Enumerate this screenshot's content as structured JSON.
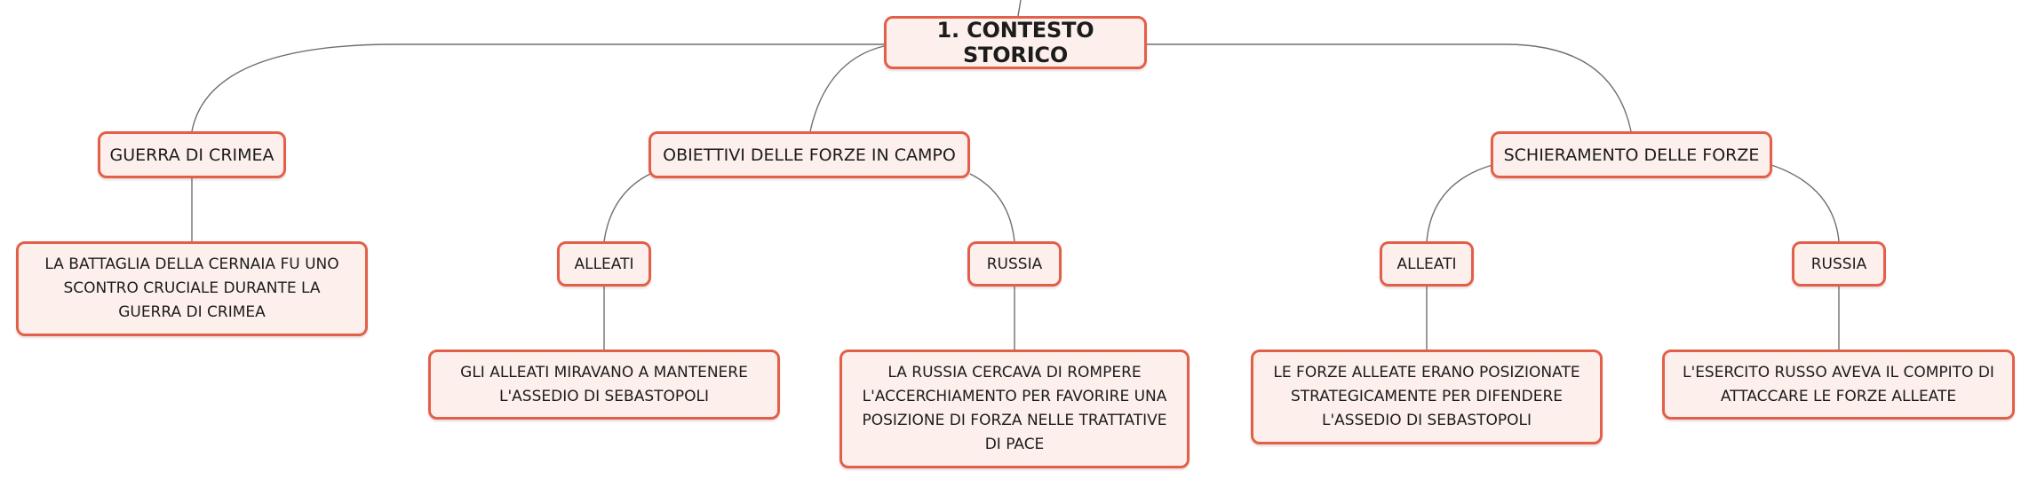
{
  "colors": {
    "node_border": "#e2604a",
    "node_fill": "#fdf0ec",
    "connector": "#6f6f6f"
  },
  "map": {
    "root": "1. CONTESTO STORICO",
    "branches": [
      {
        "label": "GUERRA DI CRIMEA",
        "children": [
          {
            "label": "LA BATTAGLIA DELLA CERNAIA FU UNO SCONTRO CRUCIALE DURANTE LA GUERRA DI CRIMEA"
          }
        ]
      },
      {
        "label": "OBIETTIVI DELLE FORZE IN CAMPO",
        "children": [
          {
            "label": "ALLEATI",
            "children": [
              {
                "label": "GLI ALLEATI MIRAVANO A MANTENERE L'ASSEDIO DI SEBASTOPOLI"
              }
            ]
          },
          {
            "label": "RUSSIA",
            "children": [
              {
                "label": "LA RUSSIA CERCAVA DI ROMPERE L'ACCERCHIAMENTO PER FAVORIRE UNA POSIZIONE DI FORZA NELLE TRATTATIVE DI PACE"
              }
            ]
          }
        ]
      },
      {
        "label": "SCHIERAMENTO DELLE FORZE",
        "children": [
          {
            "label": "ALLEATI",
            "children": [
              {
                "label": "LE FORZE ALLEATE ERANO POSIZIONATE STRATEGICAMENTE PER DIFENDERE L'ASSEDIO DI SEBASTOPOLI"
              }
            ]
          },
          {
            "label": "RUSSIA",
            "children": [
              {
                "label": "L'ESERCITO RUSSO AVEVA IL COMPITO DI ATTACCARE LE FORZE ALLEATE"
              }
            ]
          }
        ]
      }
    ]
  }
}
